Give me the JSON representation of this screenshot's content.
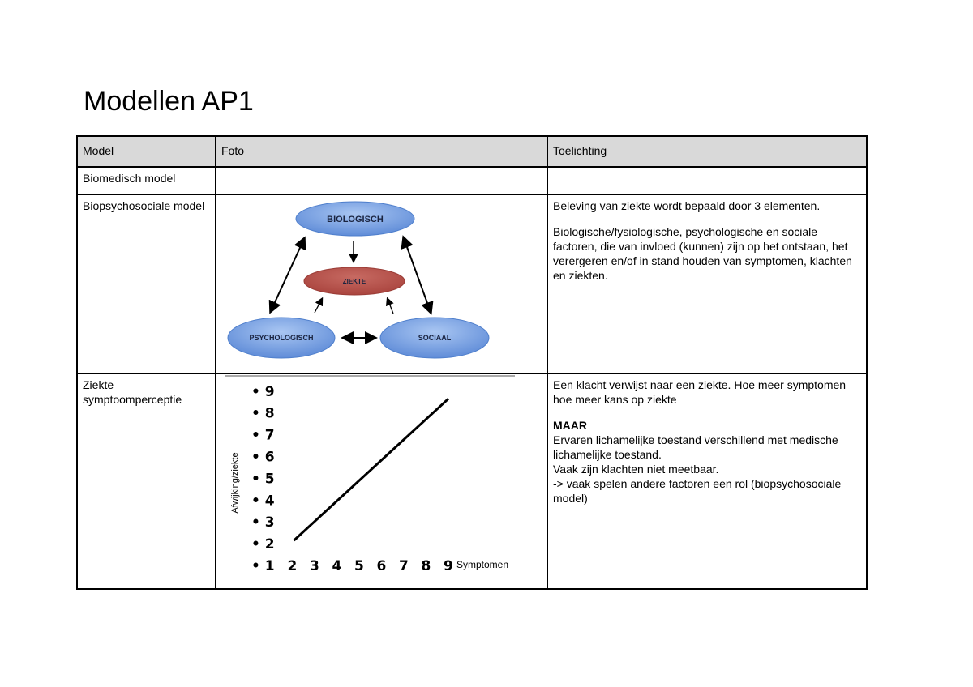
{
  "title": "Modellen AP1",
  "table": {
    "headers": [
      "Model",
      "Foto",
      "Toelichting"
    ],
    "rows": [
      {
        "model": "Biomedisch model",
        "toelichting": []
      },
      {
        "model": "Biopsychosociale model",
        "toelichting": [
          "Beleving van ziekte wordt bepaald door 3 elementen.",
          "Biologische/fysiologische, psychologische en sociale factoren, die van invloed (kunnen) zijn op het ontstaan, het verergeren en/of in stand houden van symptomen, klachten en ziekten."
        ]
      },
      {
        "model": "Ziekte symptoomperceptie",
        "toelichting": [
          "Een klacht verwijst naar een ziekte. Hoe meer symptomen hoe meer kans op ziekte",
          "MAAR",
          "Ervaren lichamelijke toestand verschillend met medische lichamelijke toestand.",
          "Vaak zijn klachten niet meetbaar.",
          "-> vaak spelen andere factoren een rol (biopsychosociale model)"
        ]
      }
    ]
  },
  "diagram": {
    "nodes": {
      "bio": "BIOLOGISCH",
      "ziekte": "ZIEKTE",
      "psy": "PSYCHOLOGISCH",
      "soc": "SOCIAAL"
    },
    "colors": {
      "node": "#7aa3e0",
      "ziekte": "#b5504a"
    }
  },
  "chart_data": {
    "type": "line",
    "title": "",
    "xlabel": "Symptomen",
    "ylabel": "Afwijking/ziekte",
    "y_ticks": [
      "• 9",
      "• 8",
      "• 7",
      "• 6",
      "• 5",
      "• 4",
      "• 3",
      "• 2",
      "• 1"
    ],
    "x_ticks": [
      "2",
      "3",
      "4",
      "5",
      "6",
      "7",
      "8",
      "9"
    ],
    "xlim": [
      1,
      9
    ],
    "ylim": [
      1,
      9
    ],
    "series": [
      {
        "name": "",
        "x": [
          2,
          9
        ],
        "y": [
          2,
          8.8
        ]
      }
    ]
  }
}
